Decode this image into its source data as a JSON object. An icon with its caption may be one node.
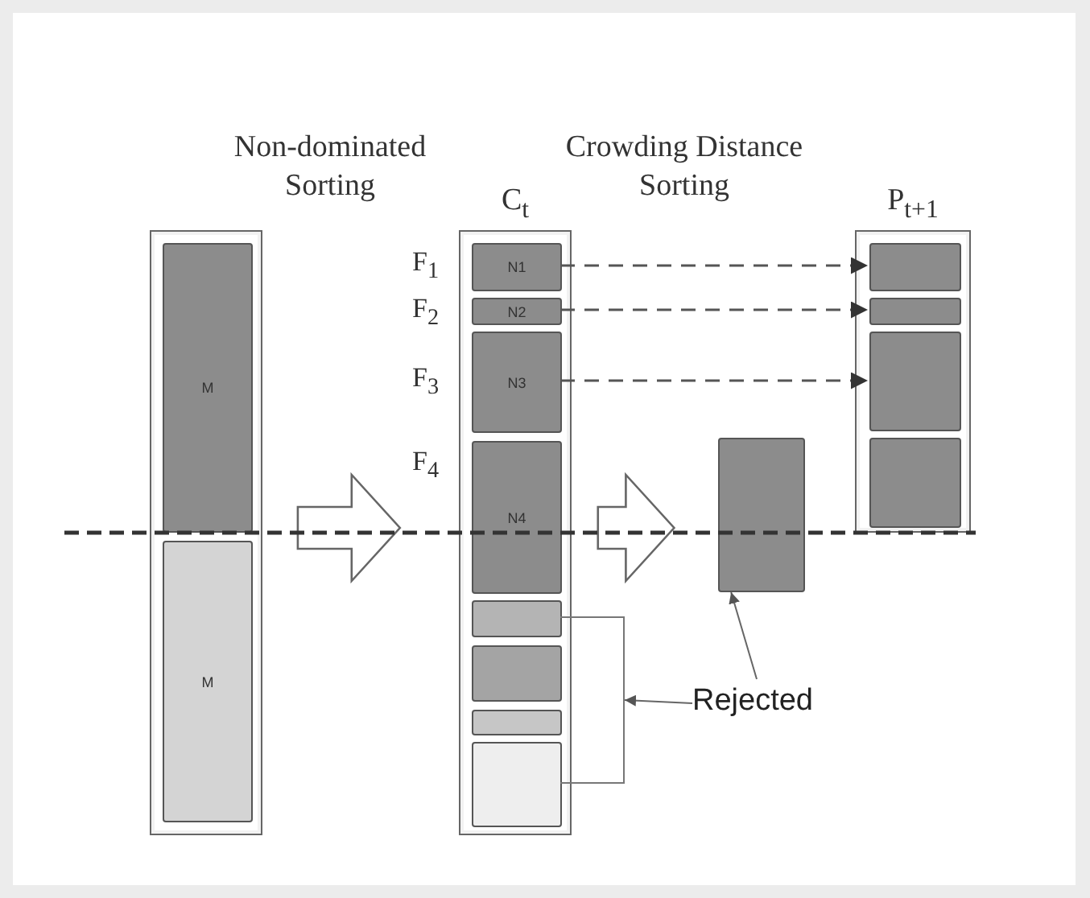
{
  "diagram": {
    "nodes": [
      {
        "text": [],
        "shape": "box"
      },
      {
        "text": [
          "M"
        ],
        "in": 0
      },
      {
        "text": [
          "M"
        ],
        "in": 0
      },
      {
        "text": [
          "C$_{t}$"
        ]
      },
      {
        "text": [
          "N1"
        ],
        "in": 3,
        "beside": [
          "F$_{1}$"
        ]
      },
      {
        "text": [
          "N2"
        ],
        "in": 3,
        "beside": [
          "F$_{2}$"
        ]
      },
      {
        "text": [
          "N3"
        ],
        "in": 3,
        "beside": [
          "F$_{3}$"
        ]
      },
      {
        "text": [
          "N4"
        ],
        "in": 3,
        "beside": [
          "F$_{4}$"
        ]
      },
      {
        "text": [],
        "shape": "box",
        "in": 3
      },
      {
        "text": [],
        "shape": "box",
        "in": 3
      },
      {
        "text": [],
        "shape": "box",
        "in": 3
      },
      {
        "text": [],
        "shape": "box",
        "in": 3
      },
      {
        "text": [],
        "shape": "box"
      },
      {
        "text": [
          "Rejected"
        ]
      },
      {
        "text": [
          "P$_{t+1}$"
        ]
      },
      {
        "text": [],
        "shape": "box",
        "in": 14
      },
      {
        "text": [],
        "shape": "box",
        "in": 14
      },
      {
        "text": [],
        "shape": "box",
        "in": 14
      },
      {
        "text": [],
        "shape": "box",
        "in": 14
      },
      {
        "text": [],
        "shape": "bracket"
      }
    ],
    "edges": [
      {
        "from": 0,
        "to": 3,
        "arrow": "to",
        "style": "thick"
      },
      {
        "from": 4,
        "to": 15,
        "arrow": "to",
        "style": "dashed"
      },
      {
        "from": 5,
        "to": 16,
        "arrow": "to",
        "style": "dashed"
      },
      {
        "from": 6,
        "to": 17,
        "arrow": "to",
        "style": "dashed"
      },
      {
        "from": 3,
        "to": 12,
        "arrow": "to",
        "style": "thick"
      },
      {
        "from": 13,
        "to": 12,
        "arrow": "to"
      },
      {
        "from": 13,
        "to": 19,
        "arrow": "to"
      }
    ],
    "labels": [
      "Non-dominated Sorting",
      "Crowding Distance Sorting"
    ]
  }
}
